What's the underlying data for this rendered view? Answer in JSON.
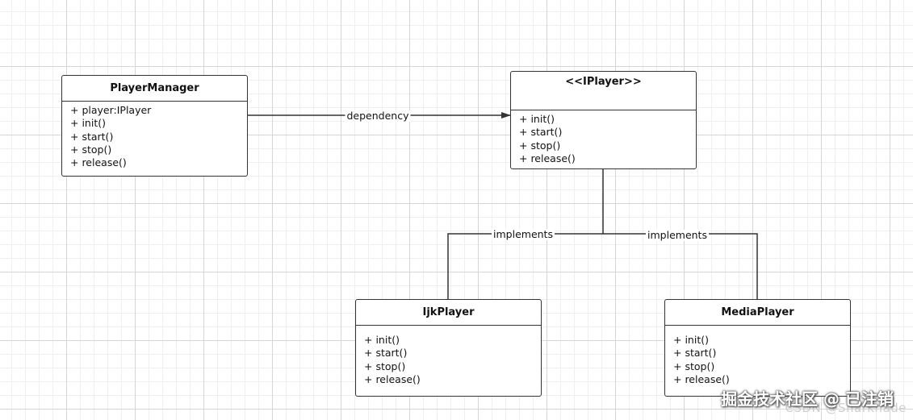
{
  "classes": {
    "player_manager": {
      "name": "PlayerManager",
      "members": [
        "+ player:IPlayer",
        "+ init()",
        "+ start()",
        "+ stop()",
        "+ release()"
      ]
    },
    "iplayer": {
      "name": "<<IPlayer>>",
      "members": [
        "+ init()",
        "+ start()",
        "+ stop()",
        "+ release()"
      ]
    },
    "ijk_player": {
      "name": "IjkPlayer",
      "members": [
        "+ init()",
        "+ start()",
        "+ stop()",
        "+ release()"
      ]
    },
    "media_player": {
      "name": "MediaPlayer",
      "members": [
        "+ init()",
        "+ start()",
        "+ stop()",
        "+ release()"
      ]
    }
  },
  "relations": {
    "dependency_label": "dependency",
    "implements_left_label": "implements",
    "implements_right_label": "implements"
  },
  "colors": {
    "line": "#333333",
    "grid_major": "#d6d6d6",
    "grid_minor": "#efefef"
  },
  "watermark": {
    "primary": "掘金技术社区 @ 已注销",
    "secondary": "CSDN @Sharknade"
  }
}
